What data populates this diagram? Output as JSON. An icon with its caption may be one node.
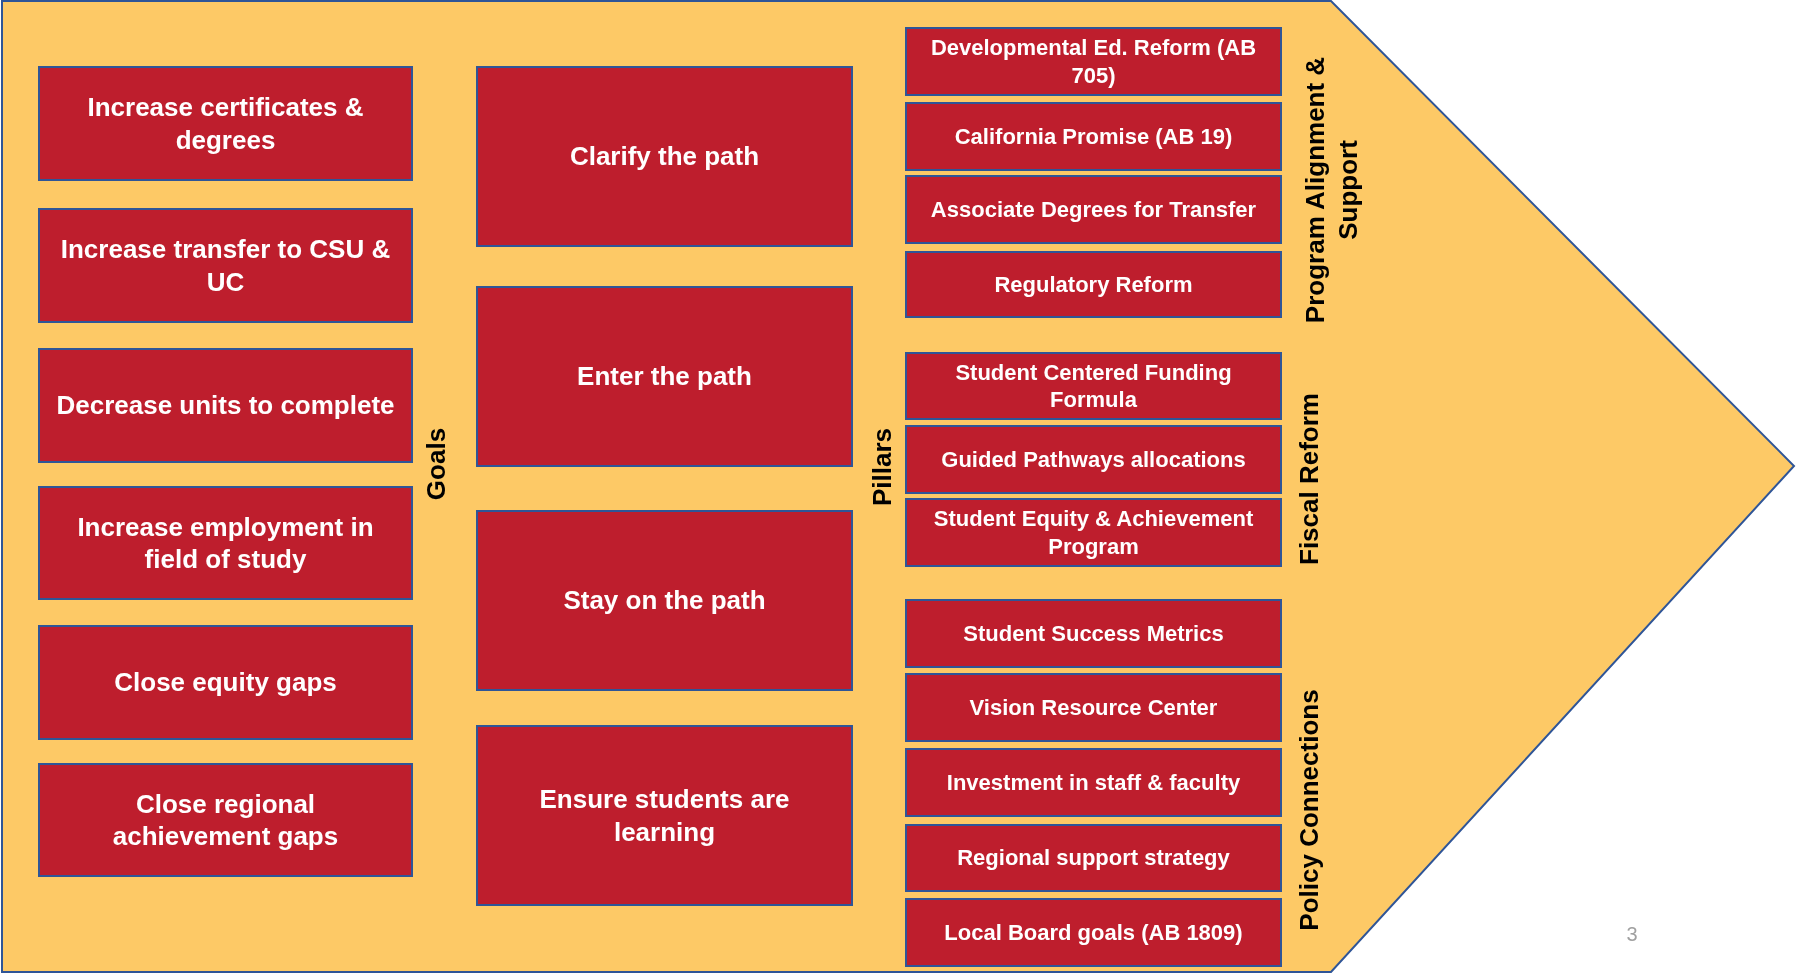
{
  "diagram": {
    "nodes": [
      {
        "text": [
          "Increase certificates & degrees"
        ]
      },
      {
        "text": [
          "Increase transfer to CSU & UC"
        ]
      },
      {
        "text": [
          "Decrease units to complete"
        ]
      },
      {
        "text": [
          "Increase employment in field of study"
        ]
      },
      {
        "text": [
          "Close equity gaps"
        ]
      },
      {
        "text": [
          "Close regional achievement gaps"
        ]
      },
      {
        "text": [
          "Clarify the path"
        ]
      },
      {
        "text": [
          "Enter the path"
        ]
      },
      {
        "text": [
          "Stay on the path"
        ]
      },
      {
        "text": [
          "Ensure students are learning"
        ]
      },
      {
        "text": [
          "Developmental Ed. Reform (AB 705)"
        ]
      },
      {
        "text": [
          "California Promise (AB 19)"
        ]
      },
      {
        "text": [
          "Associate Degrees for Transfer"
        ]
      },
      {
        "text": [
          "Regulatory Reform"
        ]
      },
      {
        "text": [
          "Student Centered Funding Formula"
        ]
      },
      {
        "text": [
          "Guided Pathways allocations"
        ]
      },
      {
        "text": [
          "Student Equity & Achievement Program"
        ]
      },
      {
        "text": [
          "Student Success Metrics"
        ]
      },
      {
        "text": [
          "Vision Resource Center"
        ]
      },
      {
        "text": [
          "Investment in staff & faculty"
        ]
      },
      {
        "text": [
          "Regional support strategy"
        ]
      },
      {
        "text": [
          "Local Board goals (AB 1809)"
        ]
      }
    ],
    "labels": [
      "Goals",
      "Pillars",
      "Program Alignment & Support",
      "Fiscal Reform",
      "Policy Connections",
      "3"
    ]
  }
}
